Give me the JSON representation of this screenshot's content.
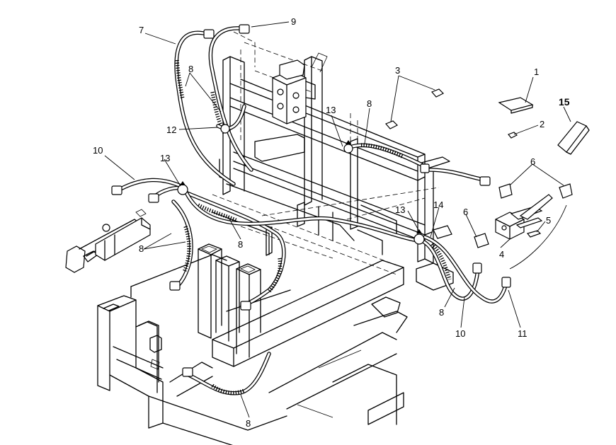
{
  "callouts": [
    {
      "id": "c1",
      "label": "1"
    },
    {
      "id": "c2",
      "label": "2"
    },
    {
      "id": "c3",
      "label": "3"
    },
    {
      "id": "c4",
      "label": "4"
    },
    {
      "id": "c5",
      "label": "5"
    },
    {
      "id": "c6a",
      "label": "6"
    },
    {
      "id": "c6b",
      "label": "6"
    },
    {
      "id": "c7",
      "label": "7"
    },
    {
      "id": "c8a",
      "label": "8"
    },
    {
      "id": "c8b",
      "label": "8"
    },
    {
      "id": "c8c",
      "label": "8"
    },
    {
      "id": "c8d",
      "label": "8"
    },
    {
      "id": "c8e",
      "label": "8"
    },
    {
      "id": "c8f",
      "label": "8"
    },
    {
      "id": "c9",
      "label": "9"
    },
    {
      "id": "c10a",
      "label": "10"
    },
    {
      "id": "c10b",
      "label": "10"
    },
    {
      "id": "c11",
      "label": "11"
    },
    {
      "id": "c12",
      "label": "12"
    },
    {
      "id": "c13a",
      "label": "13"
    },
    {
      "id": "c13b",
      "label": "13"
    },
    {
      "id": "c13c",
      "label": "13"
    },
    {
      "id": "c14",
      "label": "14"
    },
    {
      "id": "c15",
      "label": "15"
    }
  ]
}
